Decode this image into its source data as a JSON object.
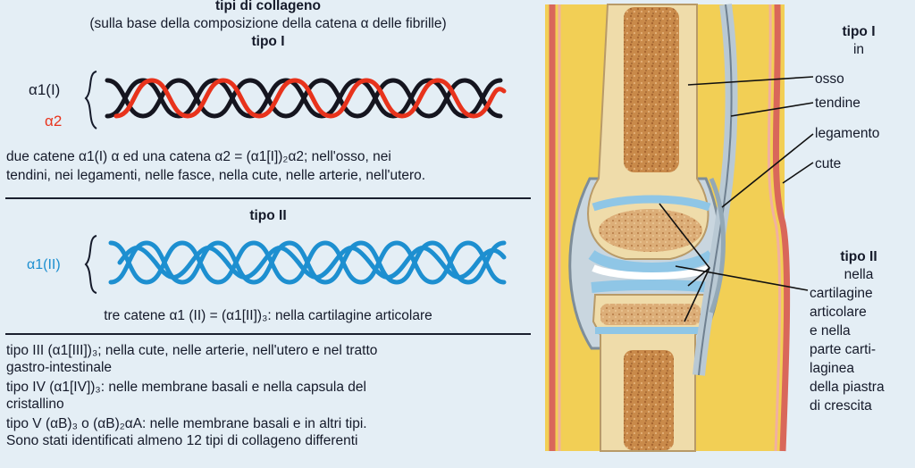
{
  "header": {
    "title": "tipi di collageno",
    "subtitle": "(sulla base della composizione della catena α delle fibrille)"
  },
  "type1": {
    "heading": "tipo I",
    "label_a1": "α1(I)",
    "label_a2": "α2",
    "desc_line1": "due catene α1(I) α ed una catena α2 = (α1[I])₂α2; nell'osso, nei",
    "desc_line2": "tendini, nei legamenti, nelle fasce, nella cute, nelle arterie, nell'utero."
  },
  "type2": {
    "heading": "tipo II",
    "label": "α1(II)",
    "desc": "tre catene α1 (II) = (α1[II])₃: nella cartilagine articolare"
  },
  "others": {
    "line1": "tipo III (α1[III])₃; nella cute, nelle arterie, nell'utero e nel tratto",
    "line2": "gastro-intestinale",
    "line3": "tipo IV (α1[IV])₃: nelle membrane basali e nella capsula del",
    "line4": "cristallino",
    "line5": "tipo V (αB)₃ o (αB)₂αA: nelle membrane basali e in altri tipi.",
    "line6": "Sono stati identificati almeno 12 tipi di collageno differenti"
  },
  "right_labels": {
    "tipo1_title": "tipo I",
    "tipo1_in": "in",
    "osso": "osso",
    "tendine": "tendine",
    "legamento": "legamento",
    "cute": "cute",
    "tipo2_title": "tipo II",
    "tipo2_l1": "nella",
    "tipo2_l2": "cartilagine",
    "tipo2_l3": "articolare",
    "tipo2_l4": "e nella",
    "tipo2_l5": "parte carti-",
    "tipo2_l6": "laginea",
    "tipo2_l7": "della piastra",
    "tipo2_l8": "di crescita"
  },
  "colors": {
    "background": "#e4eef5",
    "chain_black": "#15151f",
    "chain_red": "#e8331c",
    "chain_blue": "#1d8fd0",
    "bone": "#efdcaa",
    "marrow": "#c98a4a",
    "fat_yellow": "#f2cf55",
    "skin_red": "#d9675a",
    "cartilage_blue": "#8fc6e6"
  }
}
